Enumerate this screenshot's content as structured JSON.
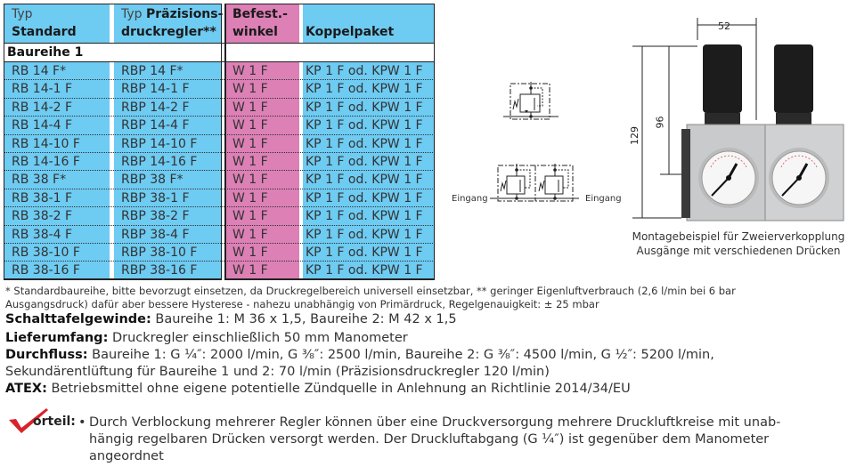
{
  "table": {
    "headers": {
      "col1": {
        "line1": "Typ",
        "line2": "Standard"
      },
      "col2": {
        "line1_thin": "Typ ",
        "line1_bold": "Präzisions-",
        "line2": "druckregler**"
      },
      "col3": {
        "line1": "Befest.-",
        "line2": "winkel"
      },
      "col4": {
        "line1": "",
        "line2": "Koppelpaket"
      }
    },
    "group_label": "Baureihe 1",
    "colors": {
      "blue": "#6ecbf2",
      "pink": "#dc80b5"
    },
    "rows": [
      {
        "standard": "RB 14 F*",
        "praezision": "RBP 14 F*",
        "winkel": "W 1 F",
        "koppelpaket": "KP 1 F od. KPW 1 F"
      },
      {
        "standard": "RB 14-1 F",
        "praezision": "RBP 14-1 F",
        "winkel": "W 1 F",
        "koppelpaket": "KP 1 F od. KPW 1 F"
      },
      {
        "standard": "RB 14-2 F",
        "praezision": "RBP 14-2 F",
        "winkel": "W 1 F",
        "koppelpaket": "KP 1 F od. KPW 1 F"
      },
      {
        "standard": "RB 14-4 F",
        "praezision": "RBP 14-4 F",
        "winkel": "W 1 F",
        "koppelpaket": "KP 1 F od. KPW 1 F"
      },
      {
        "standard": "RB 14-10 F",
        "praezision": "RBP 14-10 F",
        "winkel": "W 1 F",
        "koppelpaket": "KP 1 F od. KPW 1 F"
      },
      {
        "standard": "RB 14-16 F",
        "praezision": "RBP 14-16 F",
        "winkel": "W 1 F",
        "koppelpaket": "KP 1 F od. KPW 1 F"
      },
      {
        "standard": "RB 38 F*",
        "praezision": "RBP 38 F*",
        "winkel": "W 1 F",
        "koppelpaket": "KP 1 F od. KPW 1 F"
      },
      {
        "standard": "RB 38-1 F",
        "praezision": "RBP 38-1 F",
        "winkel": "W 1 F",
        "koppelpaket": "KP 1 F od. KPW 1 F"
      },
      {
        "standard": "RB 38-2 F",
        "praezision": "RBP 38-2 F",
        "winkel": "W 1 F",
        "koppelpaket": "KP 1 F od. KPW 1 F"
      },
      {
        "standard": "RB 38-4 F",
        "praezision": "RBP 38-4 F",
        "winkel": "W 1 F",
        "koppelpaket": "KP 1 F od. KPW 1 F"
      },
      {
        "standard": "RB 38-10 F",
        "praezision": "RBP 38-10 F",
        "winkel": "W 1 F",
        "koppelpaket": "KP 1 F od. KPW 1 F"
      },
      {
        "standard": "RB 38-16 F",
        "praezision": "RBP 38-16 F",
        "winkel": "W 1 F",
        "koppelpaket": "KP 1 F od. KPW 1 F"
      }
    ]
  },
  "footnote": {
    "line1": "* Standardbaureihe, bitte bevorzugt einsetzen, da Druckregelbereich universell einsetzbar, ** geringer Eigenluftverbrauch (2,6 l/min bei 6 bar",
    "line2": "Ausgangsdruck) dafür aber bessere Hysterese - nahezu unabhängig von Primärdruck, Regelgenauigkeit: ± 25 mbar"
  },
  "specs": {
    "schalttafel": {
      "label": "Schalttafelgewinde:",
      "text": " Baureihe 1: M 36 x 1,5, Baureihe 2: M 42 x 1,5"
    },
    "lieferumfang": {
      "label": "Lieferumfang:",
      "text": " Druckregler einschließlich 50 mm Manometer"
    },
    "durchfluss": {
      "label": "Durchfluss:",
      "text": " Baureihe 1: G ¼″: 2000 l/min, G ⅜″: 2500 l/min, Baureihe 2: G ⅜″: 4500 l/min, G ½″: 5200 l/min,",
      "line2": "Sekundärentlüftung für Baureihe 1 und 2: 70 l/min (Präzisionsdruckregler 120 l/min)"
    },
    "atex": {
      "label": "ATEX:",
      "text": " Betriebsmittel ohne eigene potentielle Zündquelle in Anlehnung an Richtlinie 2014/34/EU"
    }
  },
  "vorteil": {
    "label": "orteil:",
    "icon": "checkmark-icon",
    "icon_color": "#d8232a",
    "bullet": "•",
    "lines": [
      "Durch Verblockung mehrerer Regler können über eine Druckversorgung mehrere Druckluftkreise mit unab-",
      "hängig regelbaren Drücken versorgt werden. Der Druckluftabgang (G ¼″) ist gegenüber dem Manometer",
      "angeordnet"
    ]
  },
  "diagram": {
    "eingang_left": "Eingang",
    "eingang_right": "Eingang"
  },
  "product_image": {
    "dim_width": "52",
    "dim_height_total": "129",
    "dim_height_partial": "96",
    "caption_line1": "Montagebeispiel für Zweierverkopplung",
    "caption_line2": "Ausgänge mit verschiedenen Drücken"
  }
}
